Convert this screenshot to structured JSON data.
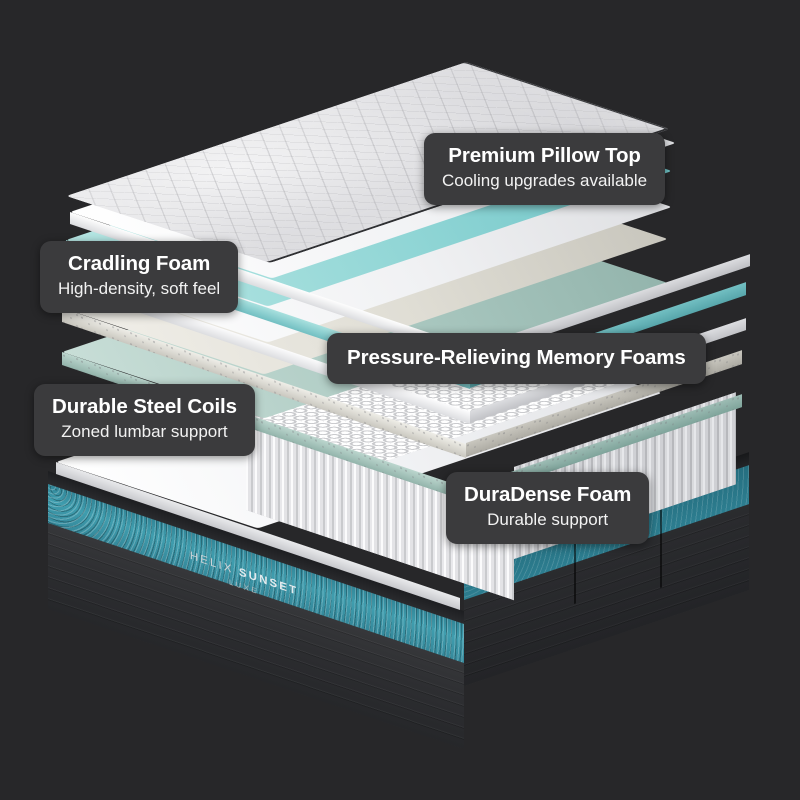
{
  "product": {
    "brand_primary": "HELIX",
    "brand_secondary": "SUNSET",
    "brand_tier": "LUXE"
  },
  "background_color": "#272729",
  "label_chip_color": "#3b3b3d",
  "labels": [
    {
      "id": "premium-pillow-top",
      "title": "Premium Pillow Top",
      "subtitle": "Cooling upgrades available"
    },
    {
      "id": "cradling-foam",
      "title": "Cradling Foam",
      "subtitle": "High-density, soft feel"
    },
    {
      "id": "pressure-relieving-memory-foams",
      "title": "Pressure-Relieving Memory Foams",
      "subtitle": ""
    },
    {
      "id": "durable-steel-coils",
      "title": "Durable Steel Coils",
      "subtitle": "Zoned lumbar support"
    },
    {
      "id": "duradense-foam",
      "title": "DuraDense Foam",
      "subtitle": "Durable support"
    }
  ],
  "layers": [
    {
      "id": "pillow-top",
      "name": "Quilted pillow top cover",
      "color": "#dedee1"
    },
    {
      "id": "white-foam-1",
      "name": "White comfort foam",
      "color": "#f4f4f5"
    },
    {
      "id": "aqua-gel-foam",
      "name": "Aqua gel cooling foam",
      "color": "#8fd5d5"
    },
    {
      "id": "white-foam-2",
      "name": "White transition foam",
      "color": "#efefef"
    },
    {
      "id": "cream-foam",
      "name": "Cream cradling foam",
      "color": "#dcdad2"
    },
    {
      "id": "mint-foam",
      "name": "Mint memory foam",
      "color": "#a9c7bf"
    },
    {
      "id": "coil-unit",
      "name": "Pocketed steel coil unit",
      "color": "#e3e4e7"
    },
    {
      "id": "white-base",
      "name": "White base divider",
      "color": "#f5f6f7"
    },
    {
      "id": "duradense",
      "name": "DuraDense teal base foam",
      "color": "#3f9dae"
    },
    {
      "id": "cover-base",
      "name": "Charcoal ribbed cover",
      "color": "#2e2f32"
    }
  ]
}
